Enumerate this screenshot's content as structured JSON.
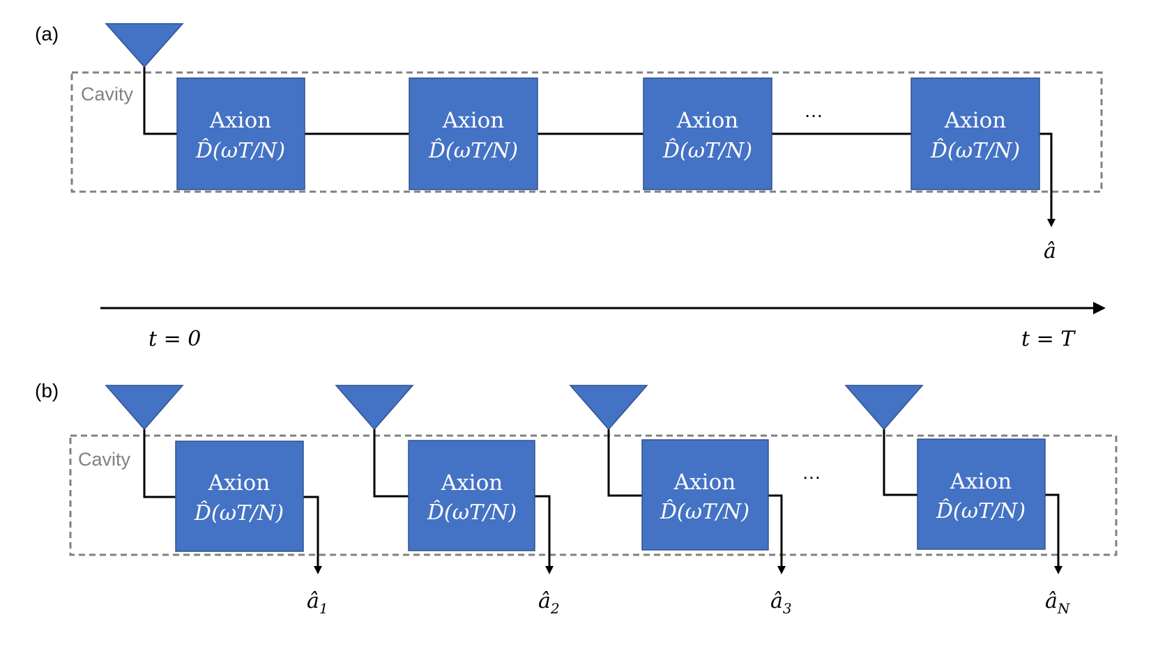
{
  "panel_a": {
    "label": "(a)",
    "cavity_label": "Cavity",
    "boxes": [
      {
        "title": "Axion",
        "operator": "D̂(ωT/N)"
      },
      {
        "title": "Axion",
        "operator": "D̂(ωT/N)"
      },
      {
        "title": "Axion",
        "operator": "D̂(ωT/N)"
      },
      {
        "title": "Axion",
        "operator": "D̂(ωT/N)"
      }
    ],
    "ellipsis": "…",
    "output": "â"
  },
  "timeline": {
    "start": "t = 0",
    "end": "t = T"
  },
  "panel_b": {
    "label": "(b)",
    "cavity_label": "Cavity",
    "boxes": [
      {
        "title": "Axion",
        "operator": "D̂(ωT/N)"
      },
      {
        "title": "Axion",
        "operator": "D̂(ωT/N)"
      },
      {
        "title": "Axion",
        "operator": "D̂(ωT/N)"
      },
      {
        "title": "Axion",
        "operator": "D̂(ωT/N)"
      }
    ],
    "ellipsis": "…",
    "outputs": [
      {
        "symbol": "â",
        "sub": "1"
      },
      {
        "symbol": "â",
        "sub": "2"
      },
      {
        "symbol": "â",
        "sub": "3"
      },
      {
        "symbol": "â",
        "sub": "N"
      }
    ]
  }
}
